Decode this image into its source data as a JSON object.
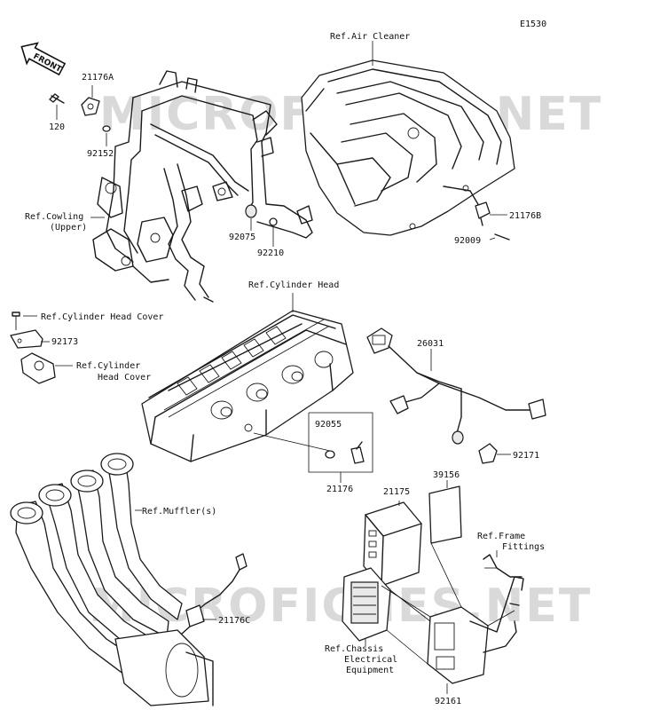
{
  "diagram_code": "E1530",
  "front_label": "FRONT",
  "watermark": "MICROFICHES.NET",
  "labels": {
    "ref_air_cleaner": "Ref.Air Cleaner",
    "p_21176A": "21176A",
    "p_120": "120",
    "p_92152": "92152",
    "ref_cowling_1": "Ref.Cowling",
    "ref_cowling_2": "(Upper)",
    "p_92075": "92075",
    "p_92210": "92210",
    "p_21176B": "21176B",
    "p_92009": "92009",
    "ref_cyl_head": "Ref.Cylinder Head",
    "ref_chc_1": "Ref.Cylinder Head Cover",
    "p_92173": "92173",
    "ref_chc2_1": "Ref.Cylinder",
    "ref_chc2_2": "Head Cover",
    "p_26031": "26031",
    "p_92055": "92055",
    "p_92171": "92171",
    "p_21176": "21176",
    "p_21175": "21175",
    "p_39156": "39156",
    "ref_muffler": "Ref.Muffler(s)",
    "ref_frame_1": "Ref.Frame",
    "ref_frame_2": "Fittings",
    "p_21176C": "21176C",
    "ref_chassis_1": "Ref.Chassis",
    "ref_chassis_2": "Electrical",
    "ref_chassis_3": "Equipment",
    "p_92161": "92161"
  }
}
